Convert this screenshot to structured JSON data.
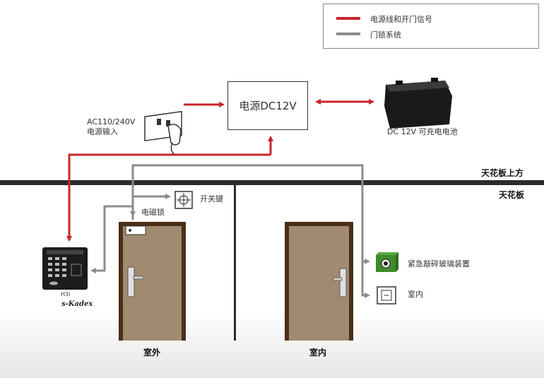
{
  "legend": {
    "items": [
      {
        "label": "电源线和开门信号",
        "color": "#c8262c"
      },
      {
        "label": "门锁系统",
        "color": "#8c8c8c"
      }
    ]
  },
  "power_supply": {
    "label": "电源DC12V"
  },
  "ac_input": {
    "line1": "AC110/240V",
    "line2": "电源输入"
  },
  "battery": {
    "label": "DC 12V 可充电电池"
  },
  "ceiling": {
    "above": "天花板上方",
    "below": "天花板"
  },
  "exit_button": {
    "label": "开关键"
  },
  "mag_lock": {
    "label": "电磁锁"
  },
  "reader": {
    "model": "H3i",
    "brand": "s-Kadex"
  },
  "emergency_glass": {
    "label": "紧急敲碎玻璃装置"
  },
  "indoor_button": {
    "label": "室内"
  },
  "rooms": {
    "outside": "室外",
    "inside": "室内"
  },
  "colors": {
    "power": "#c8262c",
    "lock": "#8c8c8c",
    "door": "#a08a70",
    "door_frame": "#4a2e18"
  }
}
